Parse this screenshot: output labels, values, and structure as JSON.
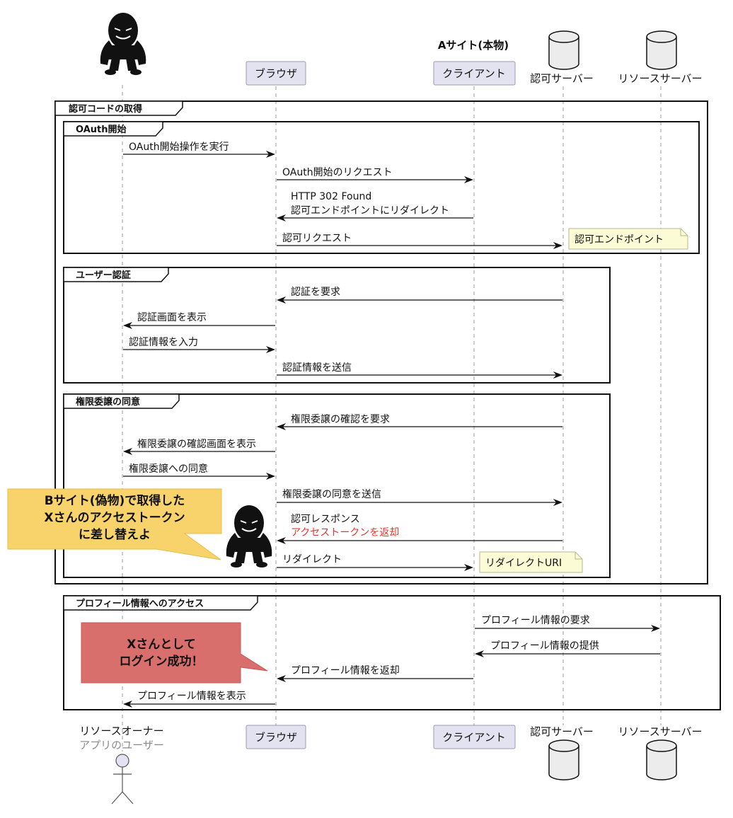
{
  "top_labels": {
    "a_site": "Aサイト(本物)"
  },
  "participants": {
    "browser": "ブラウザ",
    "client": "クライアント",
    "auth_server": "認可サーバー",
    "resource_server": "リソースサーバー",
    "owner": "リソースオーナー",
    "owner_sub": "アプリのユーザー"
  },
  "groups": {
    "get_code": "認可コードの取得",
    "oauth_start": "OAuth開始",
    "user_auth": "ユーザー認証",
    "consent": "権限委譲の同意",
    "profile_access": "プロフィール情報へのアクセス"
  },
  "messages": [
    {
      "text": "OAuth開始操作を実行"
    },
    {
      "text": "OAuth開始のリクエスト"
    },
    {
      "text": "HTTP 302 Found"
    },
    {
      "text": "認可エンドポイントにリダイレクト"
    },
    {
      "text": "認可リクエスト"
    },
    {
      "text": "認証を要求"
    },
    {
      "text": "認証画面を表示"
    },
    {
      "text": "認証情報を入力"
    },
    {
      "text": "認証情報を送信"
    },
    {
      "text": "権限委譲の確認を要求"
    },
    {
      "text": "権限委譲の確認画面を表示"
    },
    {
      "text": "権限委譲への同意"
    },
    {
      "text": "権限委譲の同意を送信"
    },
    {
      "text": "認可レスポンス"
    },
    {
      "text": "アクセストークンを返却"
    },
    {
      "text": "リダイレクト"
    },
    {
      "text": "プロフィール情報の要求"
    },
    {
      "text": "プロフィール情報の提供"
    },
    {
      "text": "プロフィール情報を返却"
    },
    {
      "text": "プロフィール情報を表示"
    }
  ],
  "notes": {
    "auth_endpoint": "認可エンドポイント",
    "redirect_uri": "リダイレクトURI"
  },
  "callouts": {
    "attacker_line1": "Bサイト(偽物)で取得した",
    "attacker_line2": "Xさんのアクセストークン",
    "attacker_line3": "に差し替えよ",
    "success_line1": "Xさんとして",
    "success_line2": "ログイン成功！"
  },
  "colors": {
    "highlight_text": "#e8352b",
    "attacker_callout": "#f8d26a",
    "success_callout": "#d86f6c",
    "participant_box": "#e2e2f0",
    "note_fill": "#fbfbd6"
  },
  "icons": [
    "attacker-icon",
    "database-icon",
    "actor-icon"
  ]
}
